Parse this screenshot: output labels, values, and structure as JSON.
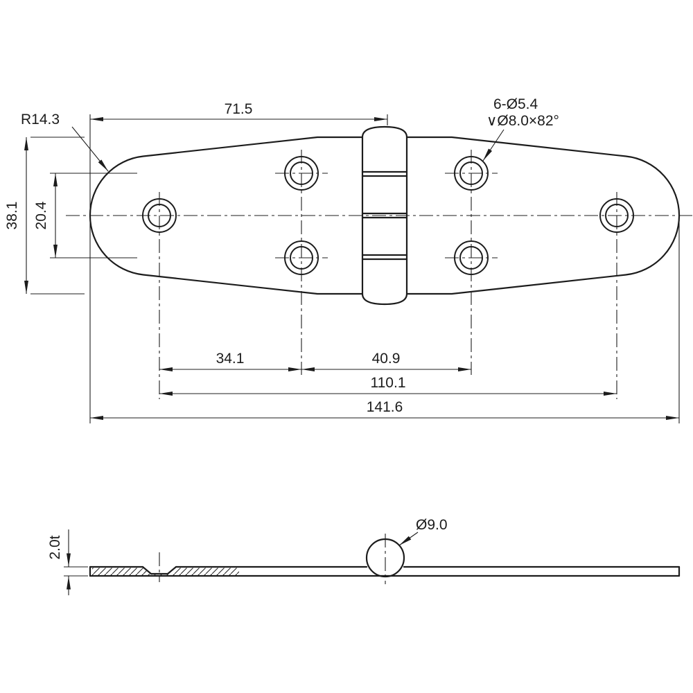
{
  "drawing": {
    "type": "technical-drawing",
    "part": "hinge",
    "line_color": "#1c1c1c",
    "background": "#ffffff",
    "top_view": {
      "corner_radius": "R14.3",
      "dim_end_to_pin_center": "71.5",
      "hole_callout_line1": "6-Ø5.4",
      "hole_callout_line2": "∨Ø8.0×82°",
      "dim_overall_height": "38.1",
      "dim_hole_row_spacing": "20.4",
      "dim_hole_col_spacing_left": "34.1",
      "dim_hole_col_spacing_right": "40.9",
      "dim_outer_hole_span": "110.1",
      "dim_overall_length": "141.6",
      "hole_count": 6
    },
    "side_view": {
      "dim_thickness": "2.0t",
      "dim_knuckle_diameter": "Ø9.0"
    }
  }
}
